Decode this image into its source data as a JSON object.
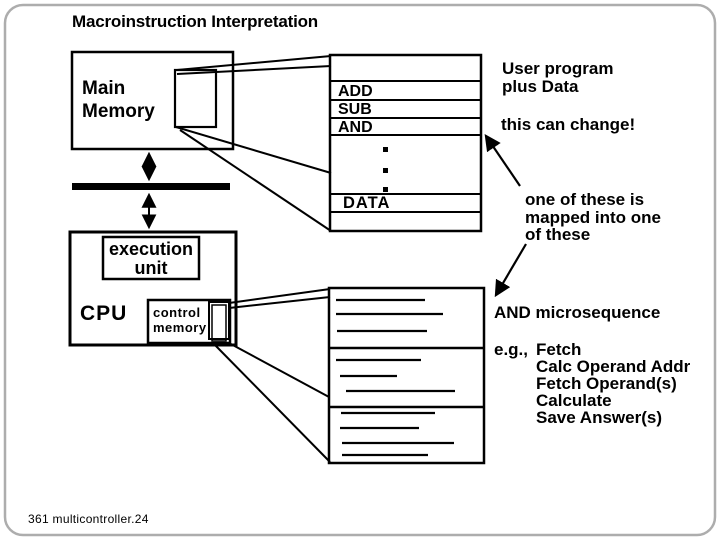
{
  "slide": {
    "title": "Macroinstruction Interpretation",
    "footer": "361 multicontroller.24"
  },
  "colors": {
    "ink": "#000000",
    "slide_border": "#adadad"
  },
  "main_memory": {
    "line1": "Main",
    "line2": "Memory"
  },
  "instruction_box": {
    "rows": [
      "ADD",
      "SUB",
      "AND"
    ],
    "data_row": "DATA"
  },
  "cpu": {
    "label": "CPU",
    "execution_unit": {
      "line1": "execution",
      "line2": "unit"
    },
    "control_memory": {
      "line1": "control",
      "line2": "memory"
    }
  },
  "annotations": {
    "user_program_line1": "User program",
    "user_program_line2": "plus Data",
    "can_change": "this can change!",
    "mapped_line1": "one of these is",
    "mapped_line2": "mapped into one",
    "mapped_line3": "of these",
    "microsequence": "AND microsequence",
    "eg_prefix": "e.g.,",
    "eg_steps": [
      "Fetch",
      "Calc Operand Addr",
      "Fetch Operand(s)",
      "Calculate",
      "Save Answer(s)"
    ]
  }
}
